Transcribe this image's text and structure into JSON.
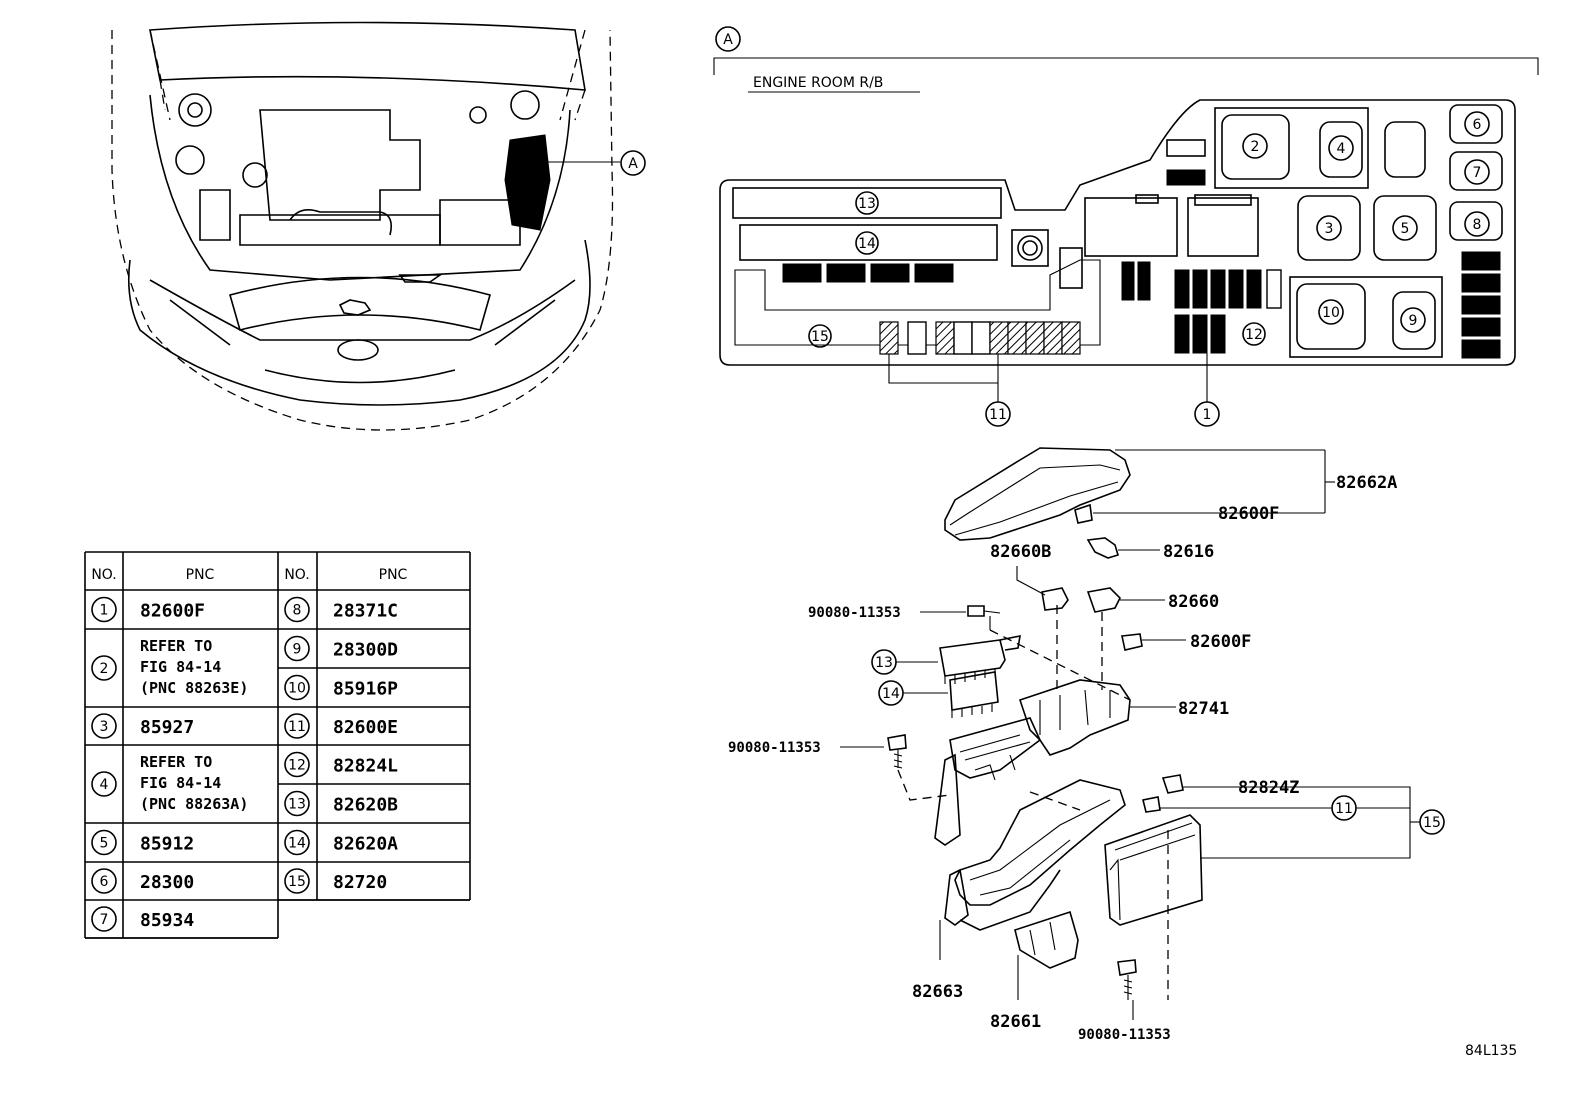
{
  "callout_letter": "A",
  "section_title": "ENGINE ROOM R/B",
  "figure_code": "84L135",
  "relay_block_numbers": [
    "1",
    "2",
    "3",
    "4",
    "5",
    "6",
    "7",
    "8",
    "9",
    "10",
    "11",
    "12",
    "13",
    "14",
    "15"
  ],
  "parts": {
    "p82662A": "82662A",
    "p82600F_top": "82600F",
    "p82616": "82616",
    "p82660B": "82660B",
    "p82660": "82660",
    "p82600F_mid": "82600F",
    "bolt_1": "90080-11353",
    "p82741": "82741",
    "bolt_2": "90080-11353",
    "p82824Z": "82824Z",
    "p82663": "82663",
    "p82661": "82661",
    "bolt_3": "90080-11353",
    "callout_13": "13",
    "callout_14": "14",
    "callout_11": "11",
    "callout_15": "15"
  },
  "table": {
    "col_no": "NO.",
    "col_pnc": "PNC",
    "left": [
      {
        "no": "1",
        "pnc": [
          "82600F"
        ]
      },
      {
        "no": "2",
        "pnc": [
          "REFER TO",
          "FIG 84-14",
          "(PNC 88263E)"
        ]
      },
      {
        "no": "3",
        "pnc": [
          "85927"
        ]
      },
      {
        "no": "4",
        "pnc": [
          "REFER TO",
          "FIG 84-14",
          "(PNC 88263A)"
        ]
      },
      {
        "no": "5",
        "pnc": [
          "85912"
        ]
      },
      {
        "no": "6",
        "pnc": [
          "28300"
        ]
      },
      {
        "no": "7",
        "pnc": [
          "85934"
        ]
      }
    ],
    "right": [
      {
        "no": "8",
        "pnc": "28371C"
      },
      {
        "no": "9",
        "pnc": "28300D"
      },
      {
        "no": "10",
        "pnc": "85916P"
      },
      {
        "no": "11",
        "pnc": "82600E"
      },
      {
        "no": "12",
        "pnc": "82824L"
      },
      {
        "no": "13",
        "pnc": "82620B"
      },
      {
        "no": "14",
        "pnc": "82620A"
      },
      {
        "no": "15",
        "pnc": "82720"
      }
    ]
  }
}
